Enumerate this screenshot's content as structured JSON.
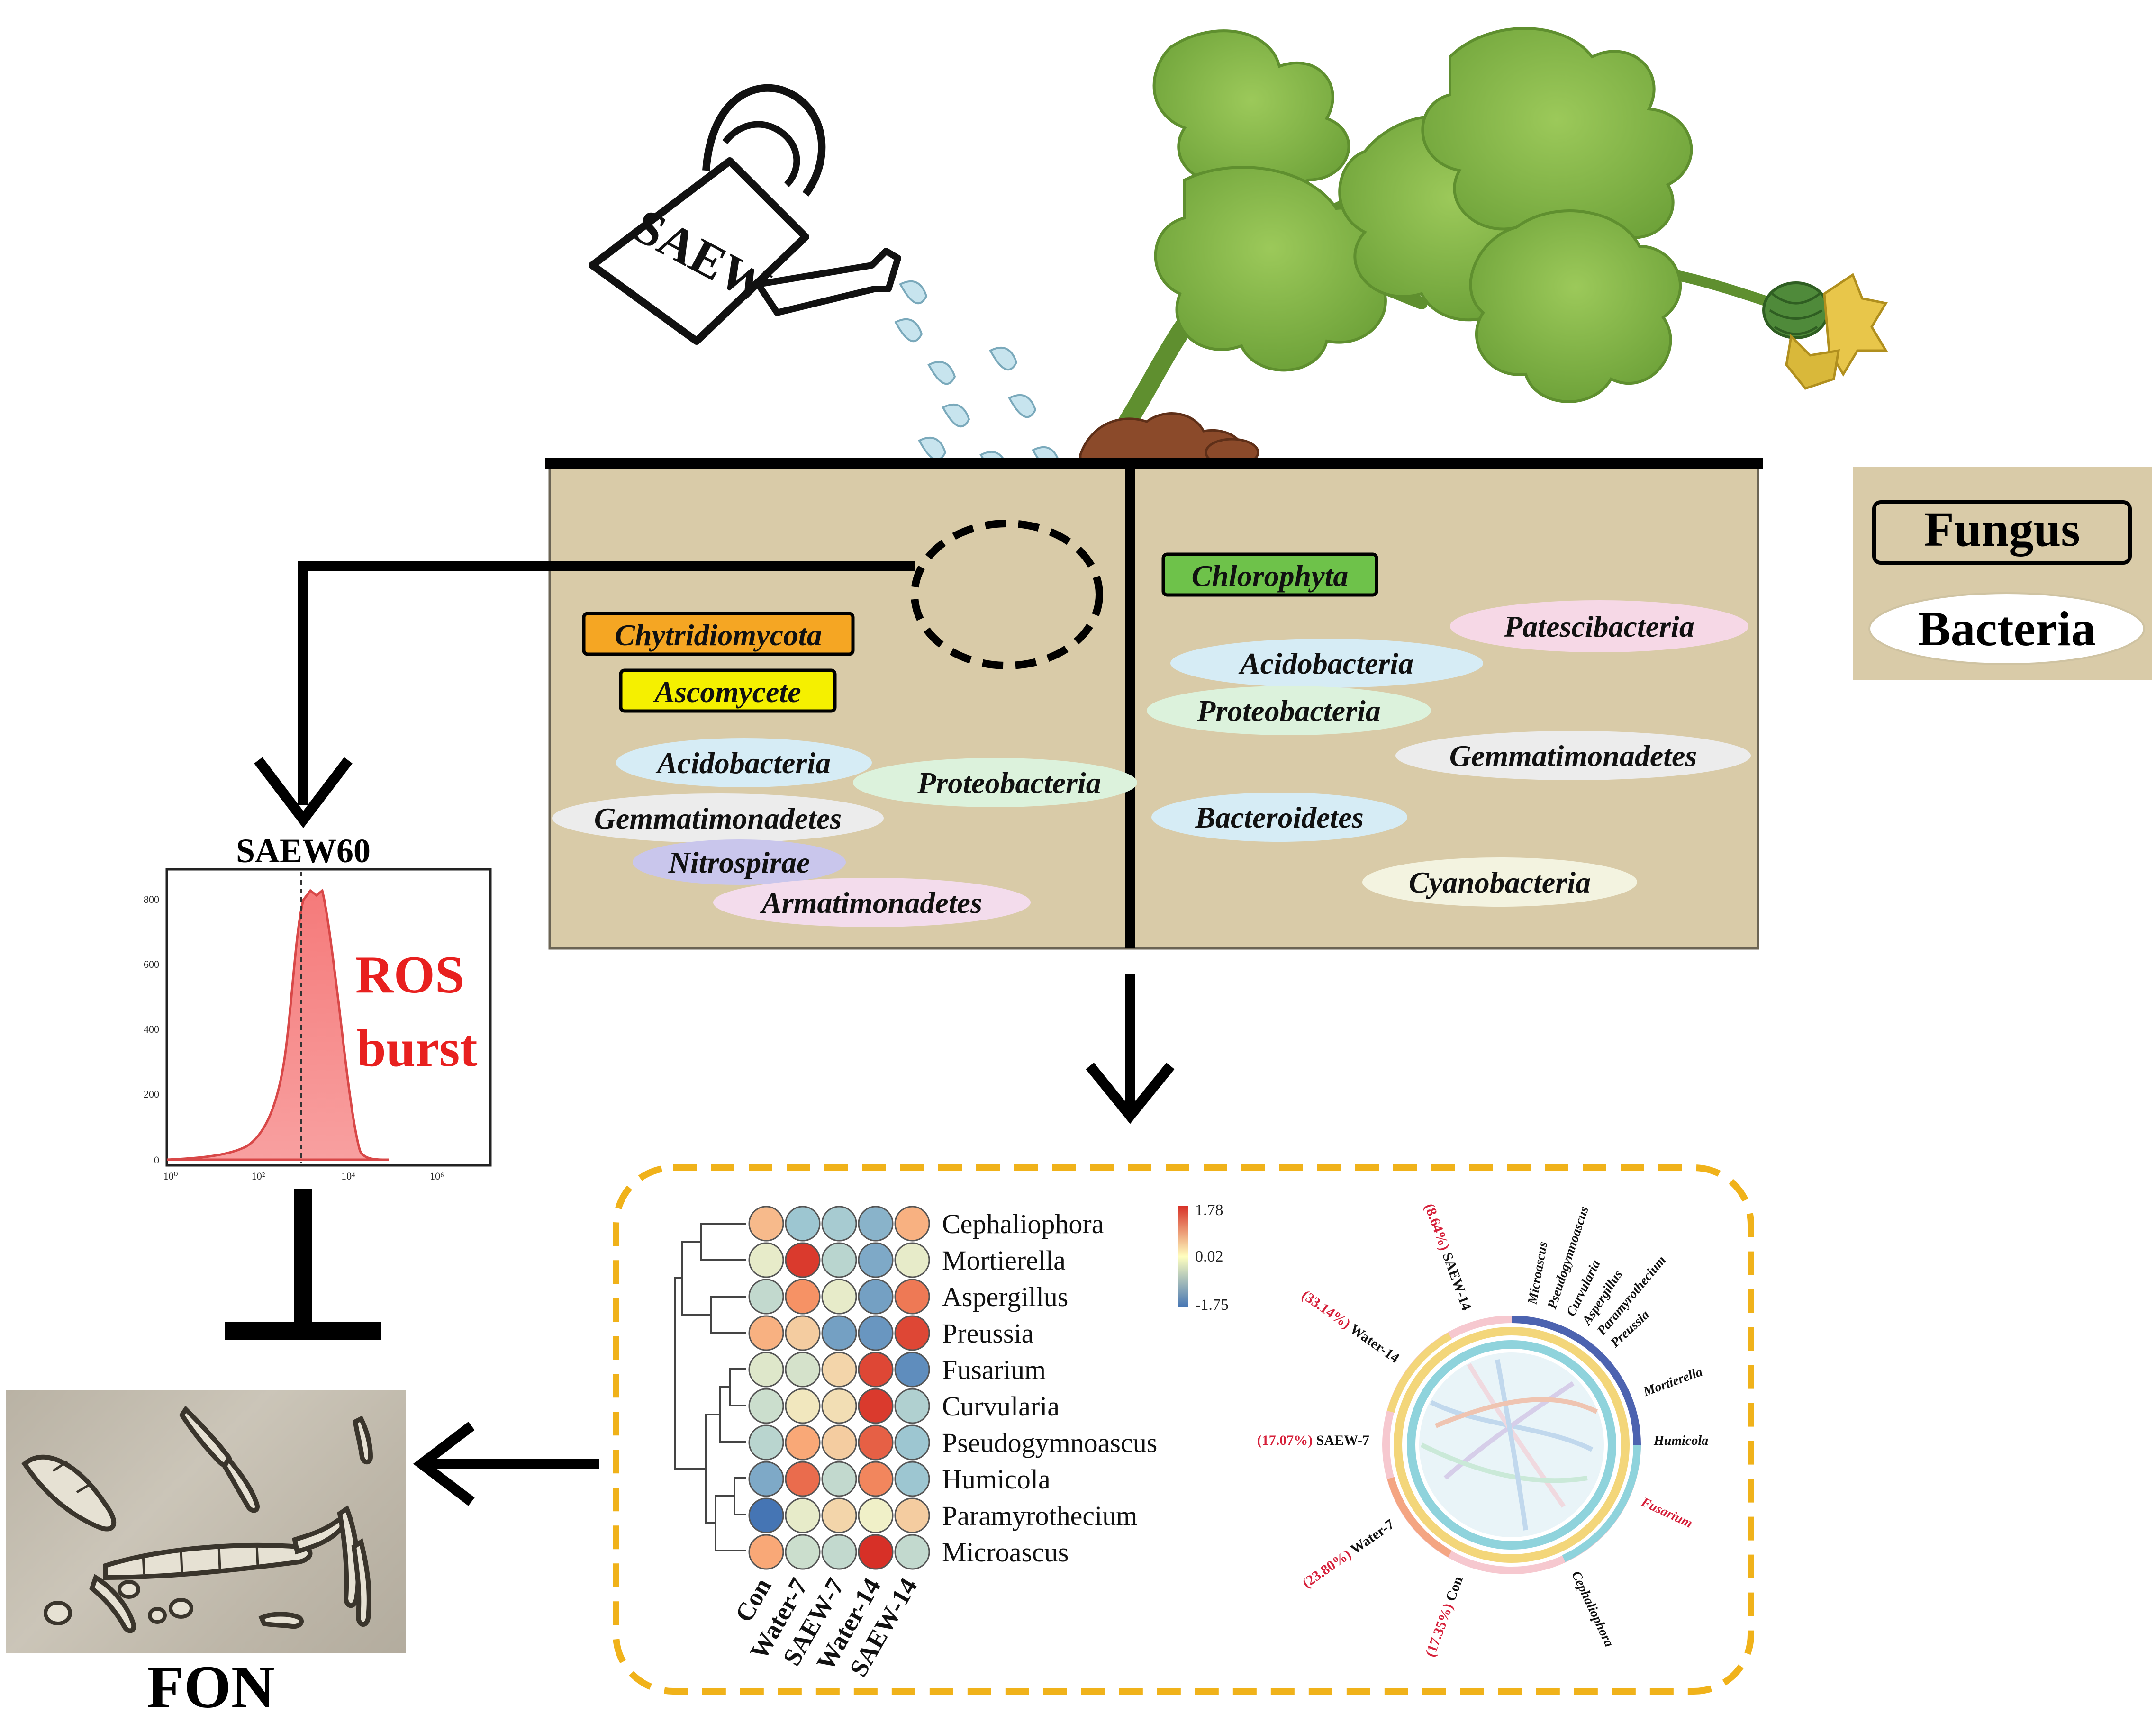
{
  "watering": {
    "label": "SAEW"
  },
  "soil_left": {
    "fungi": [
      {
        "name": "Chytridiomycota",
        "color": "#f5a623"
      },
      {
        "name": "Ascomycete",
        "color": "#f5f000"
      }
    ],
    "bacteria": [
      {
        "name": "Acidobacteria",
        "color": "#d6ecf5"
      },
      {
        "name": "Proteobacteria",
        "color": "#dcf2dc"
      },
      {
        "name": "Gemmatimonadetes",
        "color": "#ececec"
      },
      {
        "name": "Nitrospirae",
        "color": "#c9c6ec"
      },
      {
        "name": "Armatimonadetes",
        "color": "#f3dcec"
      }
    ]
  },
  "soil_right": {
    "fungi": [
      {
        "name": "Chlorophyta",
        "color": "#6ec24a"
      }
    ],
    "bacteria": [
      {
        "name": "Patescibacteria",
        "color": "#f6d8e6"
      },
      {
        "name": "Acidobacteria",
        "color": "#d6ecf5"
      },
      {
        "name": "Proteobacteria",
        "color": "#dcf2dc"
      },
      {
        "name": "Gemmatimonadetes",
        "color": "#ececec"
      },
      {
        "name": "Bacteroidetes",
        "color": "#d6ecf5"
      },
      {
        "name": "Cyanobacteria",
        "color": "#f3f3e0"
      }
    ]
  },
  "legend": {
    "fungus": "Fungus",
    "bacteria": "Bacteria"
  },
  "flow": {
    "title": "SAEW60",
    "annotation_line1": "ROS",
    "annotation_line2": "burst",
    "y_ticks": [
      "0",
      "200",
      "400",
      "600",
      "800"
    ],
    "x_ticks": [
      "10⁰",
      "10²",
      "10⁴",
      "10⁶"
    ]
  },
  "fon_label": "FON",
  "heatmap": {
    "rows": [
      "Cephaliophora",
      "Mortierella",
      "Aspergillus",
      "Preussia",
      "Fusarium",
      "Curvularia",
      "Pseudogymnoascus",
      "Humicola",
      "Paramyrothecium",
      "Microascus"
    ],
    "columns": [
      "Con",
      "Water-7",
      "SAEW-7",
      "Water-14",
      "SAEW-14"
    ],
    "values": [
      [
        0.6,
        -0.9,
        -0.8,
        -1.1,
        0.7
      ],
      [
        -0.1,
        1.7,
        -0.6,
        -1.2,
        -0.1
      ],
      [
        -0.5,
        1.0,
        -0.1,
        -1.3,
        1.2
      ],
      [
        0.7,
        0.4,
        -1.3,
        -1.4,
        1.6
      ],
      [
        -0.2,
        -0.3,
        0.3,
        1.6,
        -1.5
      ],
      [
        -0.4,
        0.1,
        0.2,
        1.7,
        -0.7
      ],
      [
        -0.6,
        0.8,
        0.4,
        1.4,
        -0.9
      ],
      [
        -1.2,
        1.3,
        -0.5,
        1.1,
        -0.9
      ],
      [
        -1.75,
        -0.1,
        0.3,
        0.0,
        0.4
      ],
      [
        0.8,
        -0.4,
        -0.5,
        1.78,
        -0.5
      ]
    ],
    "scale_max": "1.78",
    "scale_mid": "0.02",
    "scale_min": "-1.75"
  },
  "chord": {
    "samples": [
      "(8.64%) SAEW-14",
      "(33.14%) Water-14",
      "(17.07%) SAEW-7",
      "(23.80%) Water-7",
      "(17.35%) Con"
    ],
    "genera": [
      "Microascus",
      "Pseudogymnoascus",
      "Curvularia",
      "Aspergillus",
      "Paramyrothecium",
      "Preussia",
      "Mortierella",
      "Humicola",
      "Fusarium",
      "Cephaliophora"
    ]
  }
}
